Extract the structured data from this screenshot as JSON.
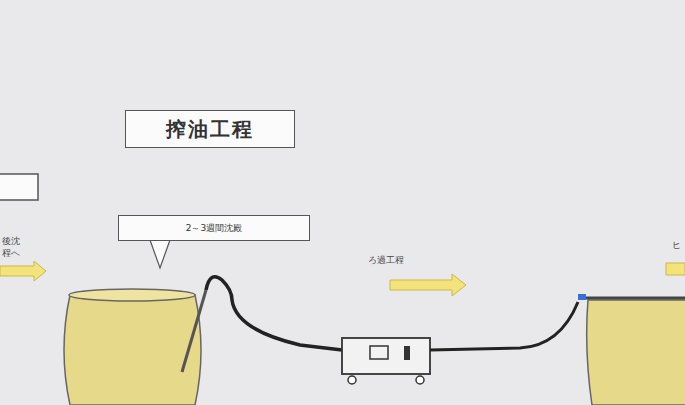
{
  "diagram": {
    "nodes": [
      {
        "text": [
          "搾油工程"
        ]
      },
      {
        "text": [
          "2～3週間沈殿"
        ]
      }
    ],
    "labels": [
      "後沈 程へ",
      "ろ過工程",
      "ヒ"
    ]
  }
}
